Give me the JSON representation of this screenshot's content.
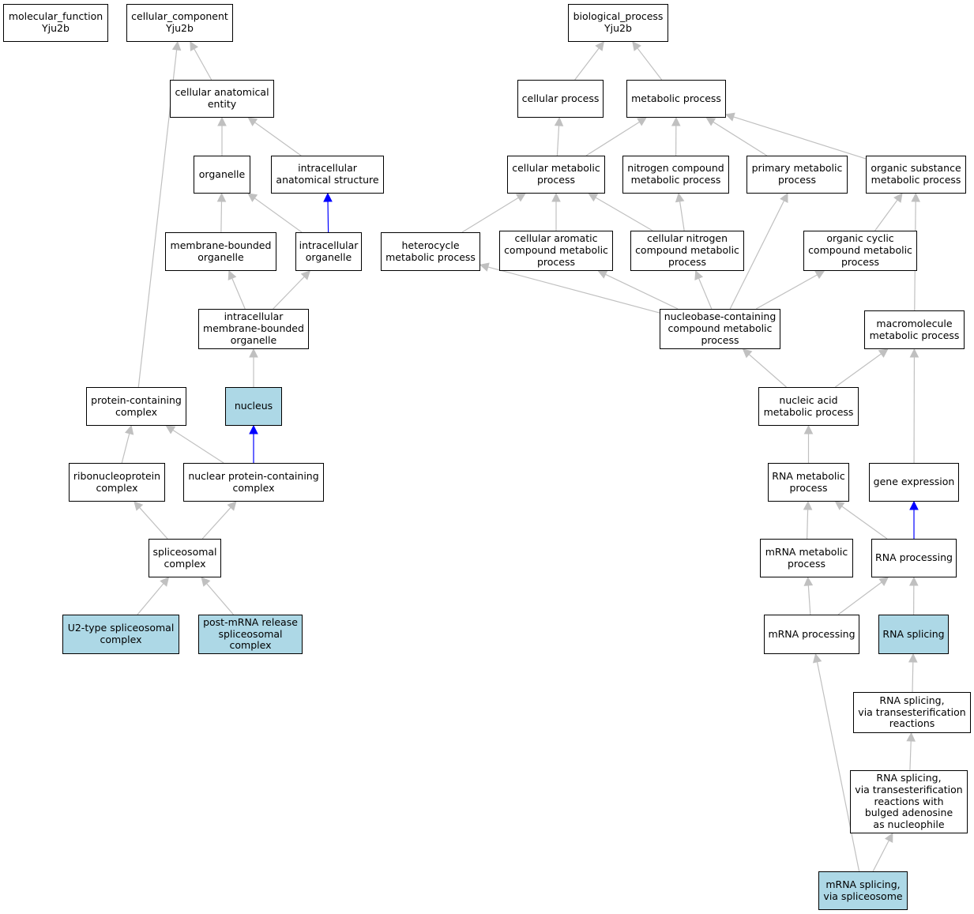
{
  "colors": {
    "highlight_fill": "#add8e6",
    "node_fill": "#ffffff",
    "node_border": "#000000",
    "edge_default": "#c0c0c0",
    "edge_part_of": "#0000ff"
  },
  "nodes": {
    "mf_root": {
      "label": "molecular_function\nYju2b",
      "highlighted": false
    },
    "cc_root": {
      "label": "cellular_component\nYju2b",
      "highlighted": false
    },
    "bp_root": {
      "label": "biological_process\nYju2b",
      "highlighted": false
    },
    "cellular_anatomical_entity": {
      "label": "cellular anatomical\nentity",
      "highlighted": false
    },
    "organelle": {
      "label": "organelle",
      "highlighted": false
    },
    "intracellular_anatomical_structure": {
      "label": "intracellular\nanatomical structure",
      "highlighted": false
    },
    "membrane_bounded_organelle": {
      "label": "membrane-bounded\norganelle",
      "highlighted": false
    },
    "intracellular_organelle": {
      "label": "intracellular\norganelle",
      "highlighted": false
    },
    "intracellular_mb_organelle": {
      "label": "intracellular\nmembrane-bounded\norganelle",
      "highlighted": false
    },
    "nucleus": {
      "label": "nucleus",
      "highlighted": true
    },
    "protein_containing_complex": {
      "label": "protein-containing\ncomplex",
      "highlighted": false
    },
    "ribonucleoprotein_complex": {
      "label": "ribonucleoprotein\ncomplex",
      "highlighted": false
    },
    "nuclear_protein_containing_complex": {
      "label": "nuclear protein-containing\ncomplex",
      "highlighted": false
    },
    "spliceosomal_complex": {
      "label": "spliceosomal\ncomplex",
      "highlighted": false
    },
    "u2_type_spliceosomal_complex": {
      "label": "U2-type spliceosomal\ncomplex",
      "highlighted": true
    },
    "post_mrna_release_spliceosomal_complex": {
      "label": "post-mRNA release\nspliceosomal\ncomplex",
      "highlighted": true
    },
    "cellular_process": {
      "label": "cellular process",
      "highlighted": false
    },
    "metabolic_process": {
      "label": "metabolic process",
      "highlighted": false
    },
    "cellular_metabolic_process": {
      "label": "cellular metabolic\nprocess",
      "highlighted": false
    },
    "nitrogen_compound_metabolic_process": {
      "label": "nitrogen compound\nmetabolic process",
      "highlighted": false
    },
    "primary_metabolic_process": {
      "label": "primary metabolic\nprocess",
      "highlighted": false
    },
    "organic_substance_metabolic_process": {
      "label": "organic substance\nmetabolic process",
      "highlighted": false
    },
    "heterocycle_metabolic_process": {
      "label": "heterocycle\nmetabolic process",
      "highlighted": false
    },
    "cellular_aromatic_compound_metabolic_process": {
      "label": "cellular aromatic\ncompound metabolic\nprocess",
      "highlighted": false
    },
    "cellular_nitrogen_compound_metabolic_process": {
      "label": "cellular nitrogen\ncompound metabolic\nprocess",
      "highlighted": false
    },
    "organic_cyclic_compound_metabolic_process": {
      "label": "organic cyclic\ncompound metabolic\nprocess",
      "highlighted": false
    },
    "nucleobase_containing_compound_metabolic_process": {
      "label": "nucleobase-containing\ncompound metabolic\nprocess",
      "highlighted": false
    },
    "macromolecule_metabolic_process": {
      "label": "macromolecule\nmetabolic process",
      "highlighted": false
    },
    "nucleic_acid_metabolic_process": {
      "label": "nucleic acid\nmetabolic process",
      "highlighted": false
    },
    "rna_metabolic_process": {
      "label": "RNA metabolic\nprocess",
      "highlighted": false
    },
    "gene_expression": {
      "label": "gene expression",
      "highlighted": false
    },
    "mrna_metabolic_process": {
      "label": "mRNA metabolic\nprocess",
      "highlighted": false
    },
    "rna_processing": {
      "label": "RNA processing",
      "highlighted": false
    },
    "mrna_processing": {
      "label": "mRNA processing",
      "highlighted": false
    },
    "rna_splicing": {
      "label": "RNA splicing",
      "highlighted": true
    },
    "rna_splicing_transesterification": {
      "label": "RNA splicing,\nvia transesterification\nreactions",
      "highlighted": false
    },
    "rna_splicing_bulged_adenosine": {
      "label": "RNA splicing,\nvia transesterification\nreactions with\nbulged adenosine\nas nucleophile",
      "highlighted": false
    },
    "mrna_splicing_via_spliceosome": {
      "label": "mRNA splicing,\nvia spliceosome",
      "highlighted": true
    }
  },
  "edges": [
    {
      "from": "cellular_anatomical_entity",
      "to": "cc_root",
      "relation": "is_a"
    },
    {
      "from": "protein_containing_complex",
      "to": "cc_root",
      "relation": "is_a"
    },
    {
      "from": "organelle",
      "to": "cellular_anatomical_entity",
      "relation": "is_a"
    },
    {
      "from": "intracellular_anatomical_structure",
      "to": "cellular_anatomical_entity",
      "relation": "is_a"
    },
    {
      "from": "membrane_bounded_organelle",
      "to": "organelle",
      "relation": "is_a"
    },
    {
      "from": "intracellular_organelle",
      "to": "organelle",
      "relation": "is_a"
    },
    {
      "from": "intracellular_organelle",
      "to": "intracellular_anatomical_structure",
      "relation": "part_of"
    },
    {
      "from": "intracellular_mb_organelle",
      "to": "membrane_bounded_organelle",
      "relation": "is_a"
    },
    {
      "from": "intracellular_mb_organelle",
      "to": "intracellular_organelle",
      "relation": "is_a"
    },
    {
      "from": "nucleus",
      "to": "intracellular_mb_organelle",
      "relation": "is_a"
    },
    {
      "from": "ribonucleoprotein_complex",
      "to": "protein_containing_complex",
      "relation": "is_a"
    },
    {
      "from": "nuclear_protein_containing_complex",
      "to": "protein_containing_complex",
      "relation": "is_a"
    },
    {
      "from": "nuclear_protein_containing_complex",
      "to": "nucleus",
      "relation": "part_of"
    },
    {
      "from": "spliceosomal_complex",
      "to": "ribonucleoprotein_complex",
      "relation": "is_a"
    },
    {
      "from": "spliceosomal_complex",
      "to": "nuclear_protein_containing_complex",
      "relation": "is_a"
    },
    {
      "from": "u2_type_spliceosomal_complex",
      "to": "spliceosomal_complex",
      "relation": "is_a"
    },
    {
      "from": "post_mrna_release_spliceosomal_complex",
      "to": "spliceosomal_complex",
      "relation": "is_a"
    },
    {
      "from": "cellular_process",
      "to": "bp_root",
      "relation": "is_a"
    },
    {
      "from": "metabolic_process",
      "to": "bp_root",
      "relation": "is_a"
    },
    {
      "from": "cellular_metabolic_process",
      "to": "cellular_process",
      "relation": "is_a"
    },
    {
      "from": "cellular_metabolic_process",
      "to": "metabolic_process",
      "relation": "is_a"
    },
    {
      "from": "nitrogen_compound_metabolic_process",
      "to": "metabolic_process",
      "relation": "is_a"
    },
    {
      "from": "primary_metabolic_process",
      "to": "metabolic_process",
      "relation": "is_a"
    },
    {
      "from": "organic_substance_metabolic_process",
      "to": "metabolic_process",
      "relation": "is_a"
    },
    {
      "from": "heterocycle_metabolic_process",
      "to": "cellular_metabolic_process",
      "relation": "is_a"
    },
    {
      "from": "cellular_aromatic_compound_metabolic_process",
      "to": "cellular_metabolic_process",
      "relation": "is_a"
    },
    {
      "from": "cellular_nitrogen_compound_metabolic_process",
      "to": "cellular_metabolic_process",
      "relation": "is_a"
    },
    {
      "from": "cellular_nitrogen_compound_metabolic_process",
      "to": "nitrogen_compound_metabolic_process",
      "relation": "is_a"
    },
    {
      "from": "organic_cyclic_compound_metabolic_process",
      "to": "organic_substance_metabolic_process",
      "relation": "is_a"
    },
    {
      "from": "nucleobase_containing_compound_metabolic_process",
      "to": "heterocycle_metabolic_process",
      "relation": "is_a"
    },
    {
      "from": "nucleobase_containing_compound_metabolic_process",
      "to": "cellular_aromatic_compound_metabolic_process",
      "relation": "is_a"
    },
    {
      "from": "nucleobase_containing_compound_metabolic_process",
      "to": "cellular_nitrogen_compound_metabolic_process",
      "relation": "is_a"
    },
    {
      "from": "nucleobase_containing_compound_metabolic_process",
      "to": "primary_metabolic_process",
      "relation": "is_a"
    },
    {
      "from": "nucleobase_containing_compound_metabolic_process",
      "to": "organic_cyclic_compound_metabolic_process",
      "relation": "is_a"
    },
    {
      "from": "macromolecule_metabolic_process",
      "to": "organic_substance_metabolic_process",
      "relation": "is_a"
    },
    {
      "from": "nucleic_acid_metabolic_process",
      "to": "nucleobase_containing_compound_metabolic_process",
      "relation": "is_a"
    },
    {
      "from": "nucleic_acid_metabolic_process",
      "to": "macromolecule_metabolic_process",
      "relation": "is_a"
    },
    {
      "from": "rna_metabolic_process",
      "to": "nucleic_acid_metabolic_process",
      "relation": "is_a"
    },
    {
      "from": "gene_expression",
      "to": "macromolecule_metabolic_process",
      "relation": "is_a"
    },
    {
      "from": "mrna_metabolic_process",
      "to": "rna_metabolic_process",
      "relation": "is_a"
    },
    {
      "from": "rna_processing",
      "to": "rna_metabolic_process",
      "relation": "is_a"
    },
    {
      "from": "rna_processing",
      "to": "gene_expression",
      "relation": "part_of"
    },
    {
      "from": "mrna_processing",
      "to": "mrna_metabolic_process",
      "relation": "is_a"
    },
    {
      "from": "mrna_processing",
      "to": "rna_processing",
      "relation": "is_a"
    },
    {
      "from": "rna_splicing",
      "to": "rna_processing",
      "relation": "is_a"
    },
    {
      "from": "rna_splicing_transesterification",
      "to": "rna_splicing",
      "relation": "is_a"
    },
    {
      "from": "rna_splicing_bulged_adenosine",
      "to": "rna_splicing_transesterification",
      "relation": "is_a"
    },
    {
      "from": "mrna_splicing_via_spliceosome",
      "to": "rna_splicing_bulged_adenosine",
      "relation": "is_a"
    },
    {
      "from": "mrna_splicing_via_spliceosome",
      "to": "mrna_processing",
      "relation": "is_a"
    }
  ]
}
